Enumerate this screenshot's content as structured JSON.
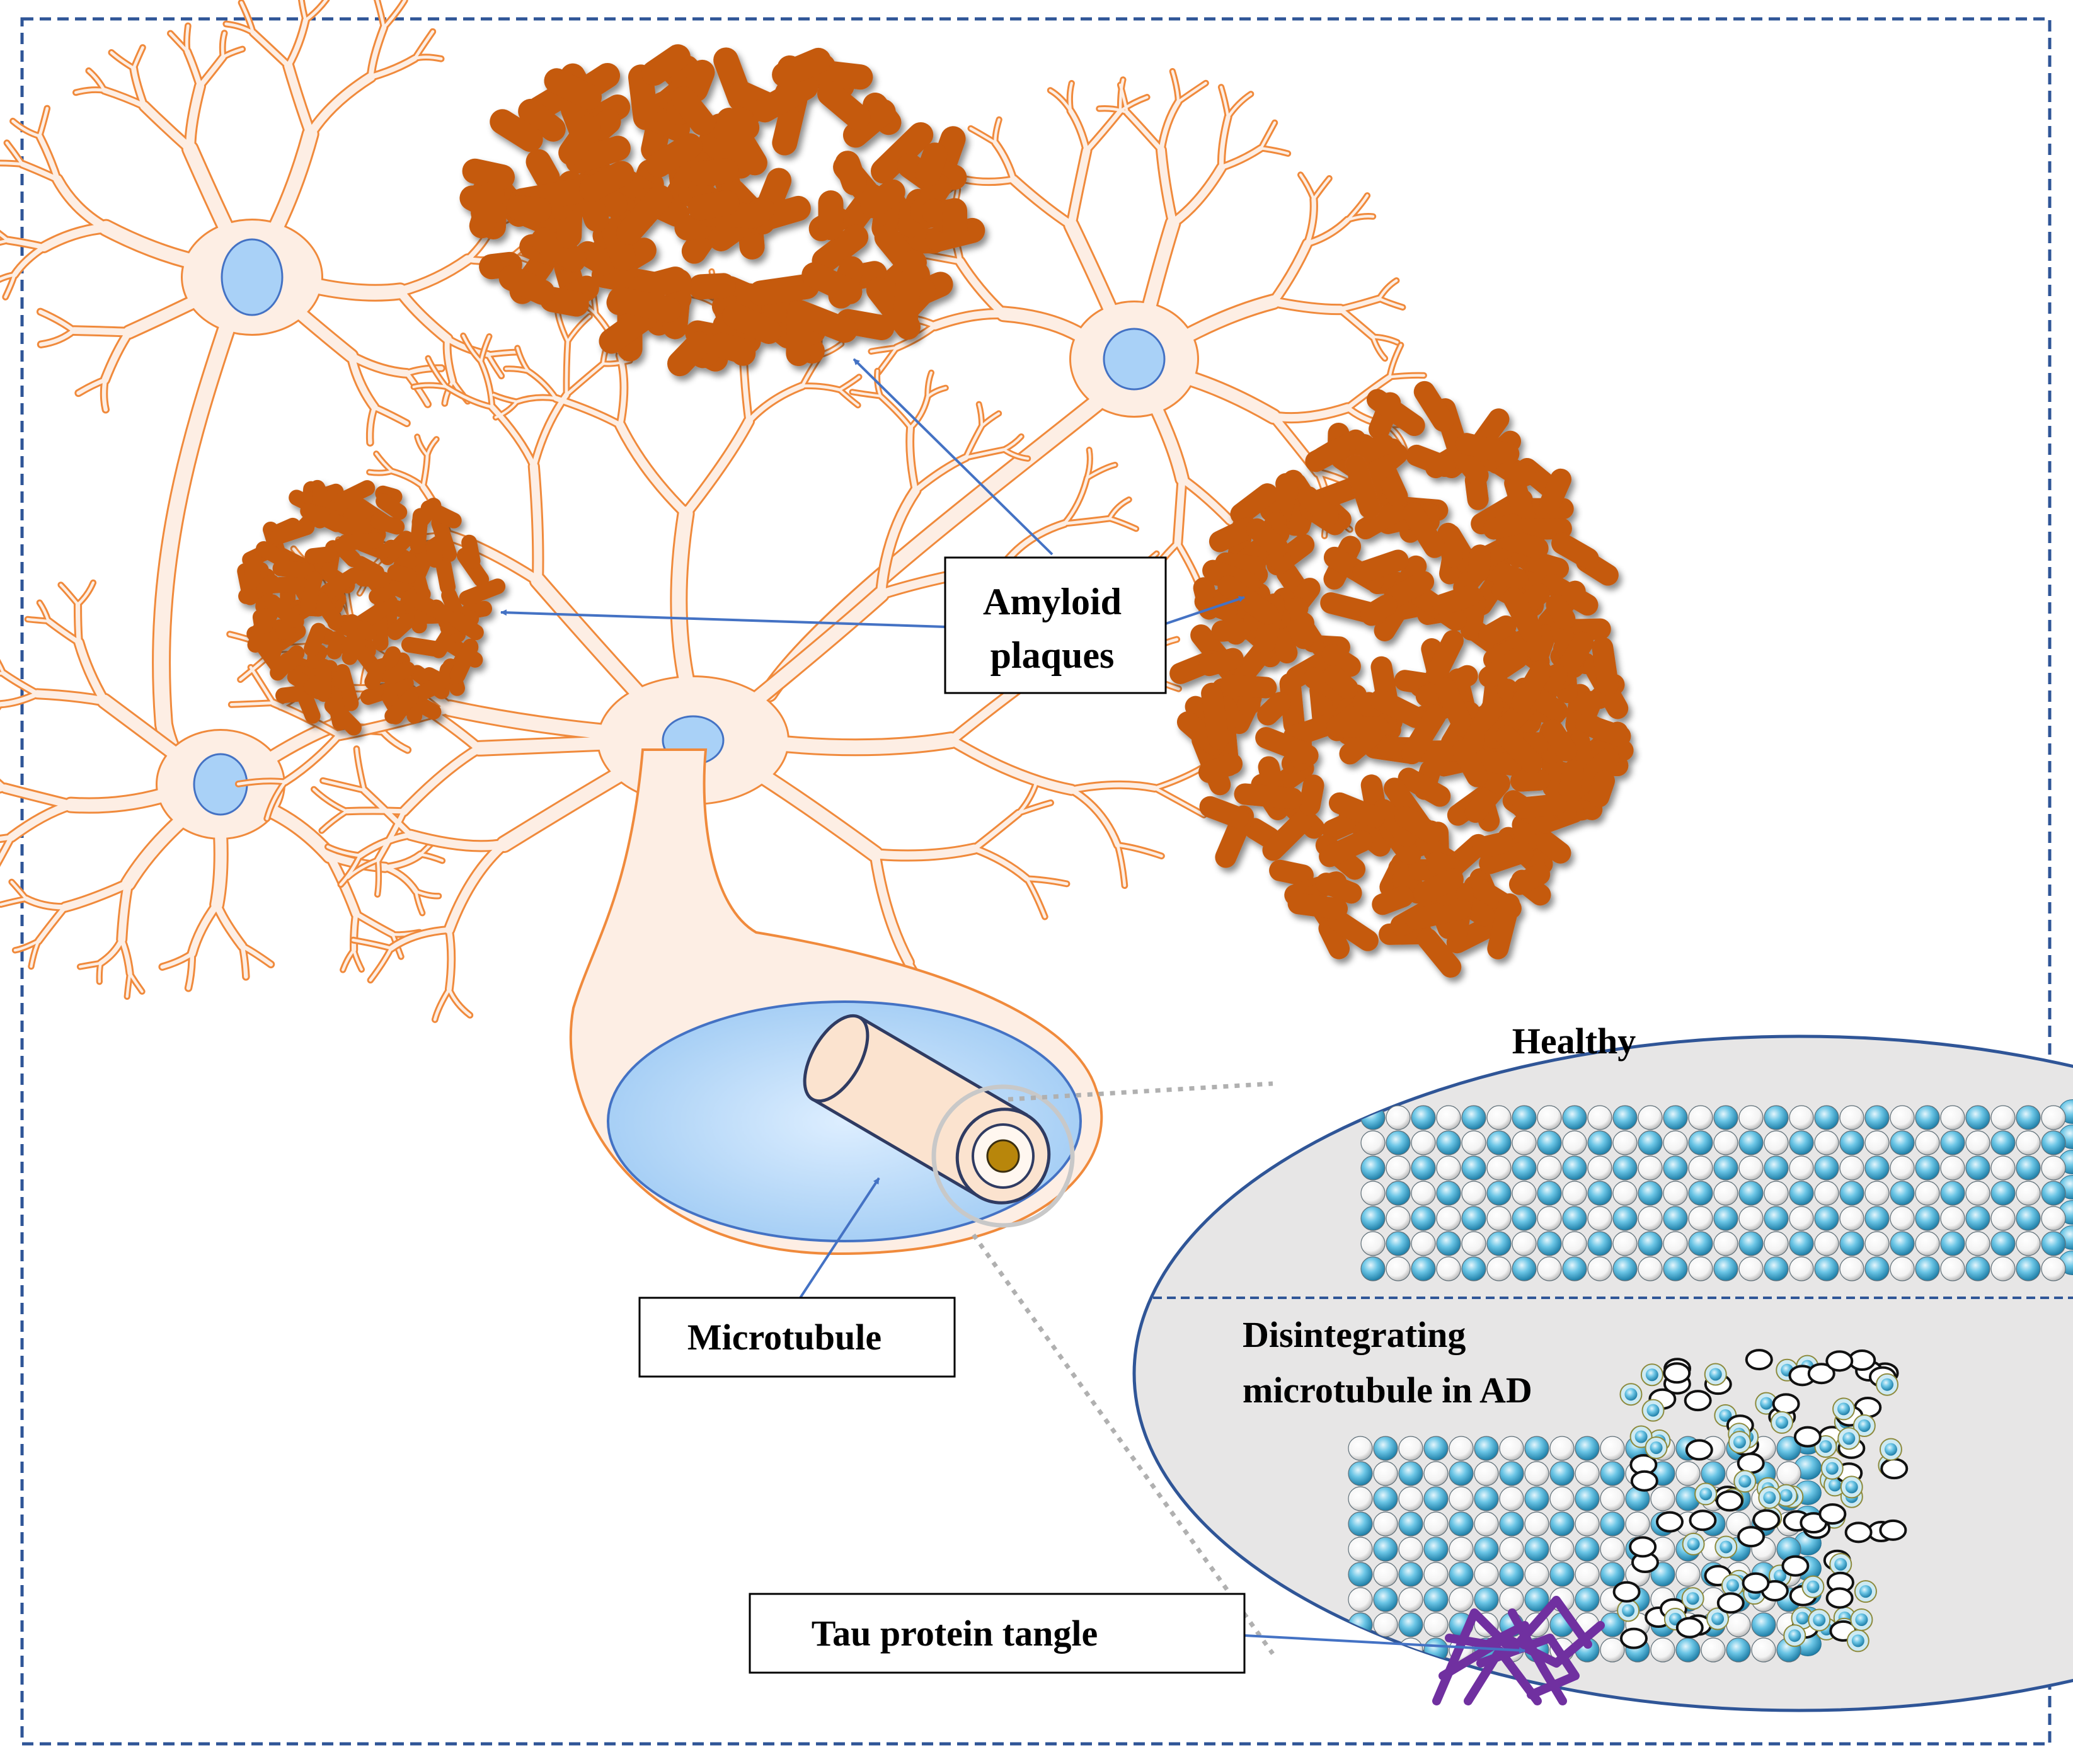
{
  "labels": {
    "amyloid_line1": "Amyloid",
    "amyloid_line2": "plaques",
    "microtubule": "Microtubule",
    "tau": "Tau protein tangle",
    "healthy": "Healthy",
    "disintegrating_line1": "Disintegrating",
    "disintegrating_line2": "microtubule in AD"
  },
  "colors": {
    "neuron_outline": "#f08a3c",
    "neuron_fill": "#fdeee4",
    "nucleus_fill": "#a9d1f7",
    "nucleus_outline": "#4472c4",
    "plaque": "#c55a11",
    "frame": "#2f5597",
    "arrow": "#4472c4",
    "inset_fill": "#e7e6e6",
    "inset_outline": "#2f5597",
    "tubulin_blue": "#5bbce0",
    "tubulin_white": "#ffffff",
    "tau": "#7030a0"
  }
}
